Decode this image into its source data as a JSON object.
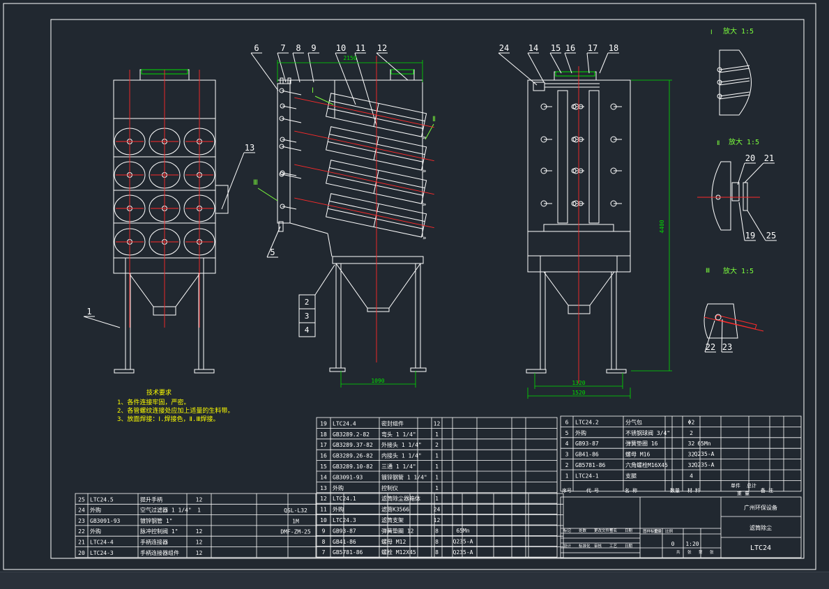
{
  "colors": {
    "background": "#212830",
    "line": "#ffffff",
    "centerline": "#ff2a2a",
    "dimension": "#00e000",
    "annotation": "#7cff3c",
    "table_text": "#ffffff",
    "emphasis": "#ffff00"
  },
  "views": {
    "side_dims": {
      "top_width": "2150",
      "bottom_width": "1090"
    },
    "right_dims": {
      "height": "4400",
      "inner_width": "1320",
      "outer_width": "1520"
    }
  },
  "balloons": {
    "left": [
      "1",
      "13"
    ],
    "middle_top": [
      "6",
      "7",
      "8",
      "9",
      "10",
      "11",
      "12"
    ],
    "middle_side": [
      "5",
      "2",
      "3",
      "4"
    ],
    "right_top": [
      "24",
      "14",
      "15",
      "16",
      "17",
      "18"
    ],
    "detail": [
      "20",
      "21",
      "19",
      "25",
      "22",
      "23"
    ]
  },
  "detail_labels": {
    "d1": {
      "mark": "Ⅰ",
      "text": "放大 1:5"
    },
    "d2": {
      "mark": "Ⅱ",
      "text": "放大 1:5"
    },
    "d3": {
      "mark": "Ⅲ",
      "text": "放大 1:5"
    },
    "view_marks": [
      "Ⅰ",
      "Ⅱ",
      "Ⅲ"
    ]
  },
  "notes": {
    "title": "技术要求",
    "lines": [
      "1、各件连接牢固，严密。",
      "2、各管螺纹连接处应加上适量的生料带。",
      "3、放面焊接：Ⅰ.焊接色，Ⅱ.Ⅲ焊接。"
    ]
  },
  "table_left": [
    [
      "25",
      "LTC24.5",
      "提升手柄",
      "12"
    ],
    [
      "24",
      "外购",
      "空气过滤器 1 1/4\"",
      "1"
    ],
    [
      "23",
      "GB3091-93",
      "镀锌钢管 1\"",
      ""
    ],
    [
      "22",
      "外购",
      "脉冲控制阀 1\"",
      "12"
    ],
    [
      "21",
      "LTC24-4",
      "手柄连接器",
      "12"
    ],
    [
      "20",
      "LTC24-3",
      "手柄连接器组件",
      "12"
    ]
  ],
  "table_left_extra": [
    "QSL-L32",
    "1M",
    "DMF-ZM-25"
  ],
  "table_mid": [
    [
      "19",
      "LTC24.4",
      "密封组件",
      "12",
      "",
      ""
    ],
    [
      "18",
      "GB3289.2-82",
      "弯头 1 1/4\"",
      "1",
      "",
      ""
    ],
    [
      "17",
      "GB3289.37-82",
      "外接头 1 1/4\"",
      "2",
      "",
      ""
    ],
    [
      "16",
      "GB3289.26-82",
      "内接头 1 1/4\"",
      "1",
      "",
      ""
    ],
    [
      "15",
      "GB3289.10-82",
      "三通 1 1/4\"",
      "1",
      "",
      ""
    ],
    [
      "14",
      "GB3091-93",
      "镀锌钢管 1 1/4\"",
      "1",
      "",
      ""
    ],
    [
      "13",
      "外购",
      "控制仪",
      "1",
      "",
      ""
    ],
    [
      "12",
      "LTC24.1",
      "滤筒除尘器箱体",
      "1",
      "",
      ""
    ],
    [
      "11",
      "外购",
      "滤筒K3566",
      "24",
      "",
      ""
    ],
    [
      "10",
      "LTC24.3",
      "滤筒支架",
      "12",
      "",
      ""
    ],
    [
      "9",
      "GB93-87",
      "弹簧垫圈 12",
      "8",
      "65Mn",
      ""
    ],
    [
      "8",
      "GB41-86",
      "螺母 M12",
      "8",
      "Q235-A",
      ""
    ],
    [
      "7",
      "GB5781-86",
      "螺栓 M12X45",
      "8",
      "Q235-A",
      ""
    ]
  ],
  "table_right": [
    [
      "6",
      "LTC24.2",
      "分气包",
      "Φ2",
      "",
      ""
    ],
    [
      "5",
      "外购",
      "不锈钢球阀 3/4\"",
      "2",
      "",
      ""
    ],
    [
      "4",
      "GB93-87",
      "弹簧垫圈 16",
      "32",
      "65Mn",
      ""
    ],
    [
      "3",
      "GB41-86",
      "螺母 M16",
      "32",
      "Q235-A",
      ""
    ],
    [
      "2",
      "GB5781-86",
      "六角螺栓M16X45",
      "32",
      "Q235-A",
      ""
    ],
    [
      "1",
      "LTC24-1",
      "支腿",
      "4",
      "",
      ""
    ]
  ],
  "table_right_header": [
    "序号",
    "代  号",
    "名  称",
    "数量",
    "材  料",
    "单件",
    "总计",
    "备  注",
    "重  量"
  ],
  "title_block": {
    "company": "广州环保设备",
    "drawing_name": "滤筒除尘",
    "drawing_no": "LTC24",
    "weight": "0",
    "scale": "1:20",
    "row_labels": [
      "标记",
      "处数",
      "更改文件号",
      "签名",
      "日期",
      "设计",
      "标准化",
      "审核",
      "工艺",
      "日期"
    ],
    "stage_labels": [
      "图样标记",
      "重量",
      "比例",
      "共",
      "张",
      "第",
      "张"
    ]
  }
}
